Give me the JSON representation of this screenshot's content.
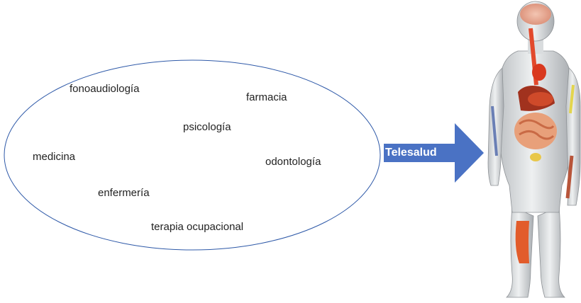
{
  "disciplines": [
    "fonoaudiología",
    "farmacia",
    "psicología",
    "medicina",
    "odontología",
    "enfermería",
    "terapia ocupacional"
  ],
  "arrow": {
    "label": "Telesalud",
    "color": "#4a72c4",
    "text_color": "#ffffff"
  },
  "ellipse_stroke_color": "#2e59a8",
  "illustration": "human-body-anatomy-figure"
}
